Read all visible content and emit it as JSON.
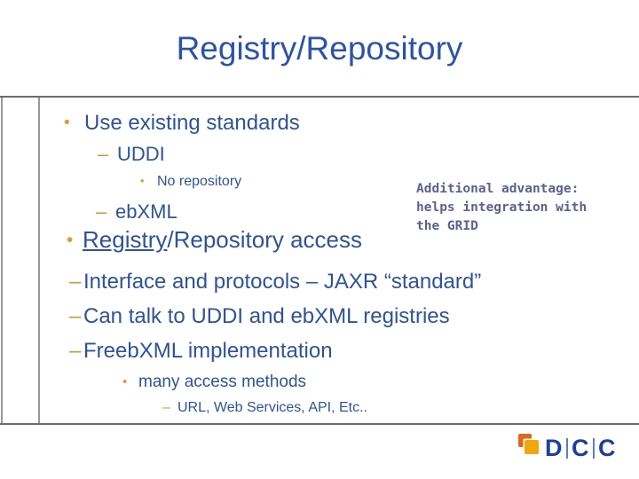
{
  "slide": {
    "title": "Registry/Repository",
    "bullets": [
      {
        "level": 1,
        "marker": "•",
        "text": "Use existing standards"
      },
      {
        "level": 2,
        "marker": "–",
        "text": "UDDI"
      },
      {
        "level": 3,
        "marker": "•",
        "text": "No repository"
      },
      {
        "level": 2,
        "marker": "–",
        "text": "ebXML"
      },
      {
        "level": 1,
        "marker": "•",
        "underlined": "Registry",
        "rest": "/Repository access"
      },
      {
        "level": 2,
        "marker": "–",
        "text": "Interface and protocols – JAXR “standard”"
      },
      {
        "level": 2,
        "marker": "–",
        "text": "Can talk to UDDI and ebXML registries"
      },
      {
        "level": 2,
        "marker": "–",
        "text": "FreebXML implementation"
      },
      {
        "level": 3,
        "marker": "•",
        "text": "many access methods"
      },
      {
        "level": 4,
        "marker": "–",
        "text": "URL, Web Services, API, Etc.."
      }
    ],
    "annotation": {
      "line1": "Additional advantage:",
      "line2": "helps integration with",
      "line3": "the GRID"
    },
    "logo": {
      "letter1": "D",
      "letter2": "C",
      "letter3": "C"
    },
    "colors": {
      "title_text": "#2b54a6",
      "body_text": "#2e5398",
      "bullet_dot": "#e6992e",
      "bullet_dash": "#cc9933",
      "annotation_text": "#5b6190",
      "divider_dark": "#696d70",
      "divider_light": "#94989c",
      "logo_text": "#1c3f9e",
      "logo_square_back": "#e2641f",
      "logo_square_front": "#f3a60c"
    }
  }
}
